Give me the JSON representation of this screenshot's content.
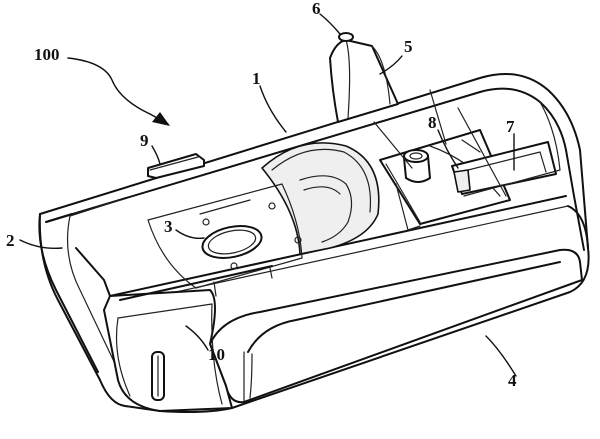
{
  "labels": {
    "assembly": "100",
    "housing": "1",
    "front_end": "2",
    "outlet": "3",
    "side_panel": "4",
    "post": "5",
    "post_tip": "6",
    "slot": "7",
    "slot_catch": "8",
    "rear_tab": "9",
    "lower_rib": "10"
  },
  "icons": {
    "arrow": "curved-arrow-icon"
  }
}
